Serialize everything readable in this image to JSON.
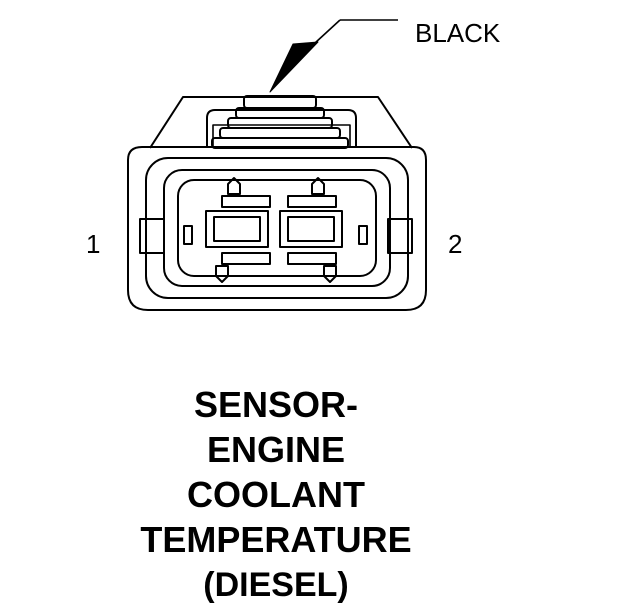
{
  "labels": {
    "wire_color": "BLACK",
    "pin_left": "1",
    "pin_right": "2"
  },
  "title": {
    "line1": "SENSOR-",
    "line2": "ENGINE",
    "line3": "COOLANT",
    "line4": "TEMPERATURE",
    "subtitle": "(DIESEL)"
  },
  "colors": {
    "stroke": "#000000",
    "background": "#ffffff"
  }
}
